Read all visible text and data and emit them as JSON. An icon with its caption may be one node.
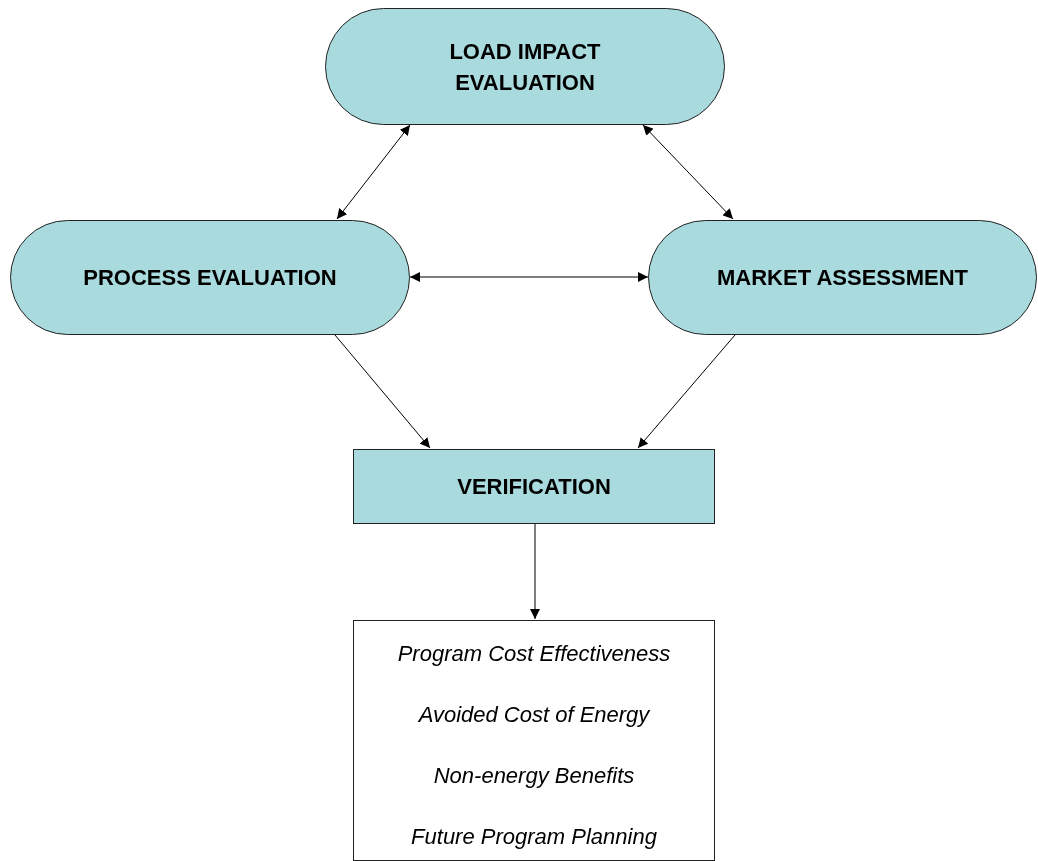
{
  "diagram": {
    "nodes": [
      {
        "text": [
          "LOAD IMPACT EVALUATION"
        ]
      },
      {
        "text": [
          "PROCESS EVALUATION"
        ]
      },
      {
        "text": [
          "MARKET ASSESSMENT"
        ]
      },
      {
        "text": [
          "VERIFICATION"
        ]
      },
      {
        "text": [
          "Program Cost Effectiveness",
          "Avoided Cost of Energy",
          "Non-energy Benefits",
          "Future Program Planning"
        ]
      }
    ],
    "edges": [
      {
        "from": 0,
        "to": 1,
        "arrow": "both"
      },
      {
        "from": 0,
        "to": 2,
        "arrow": "both"
      },
      {
        "from": 1,
        "to": 2,
        "arrow": "both"
      },
      {
        "from": 1,
        "to": 3,
        "arrow": "to"
      },
      {
        "from": 2,
        "to": 3,
        "arrow": "to"
      },
      {
        "from": 3,
        "to": 4,
        "arrow": "to"
      }
    ]
  }
}
